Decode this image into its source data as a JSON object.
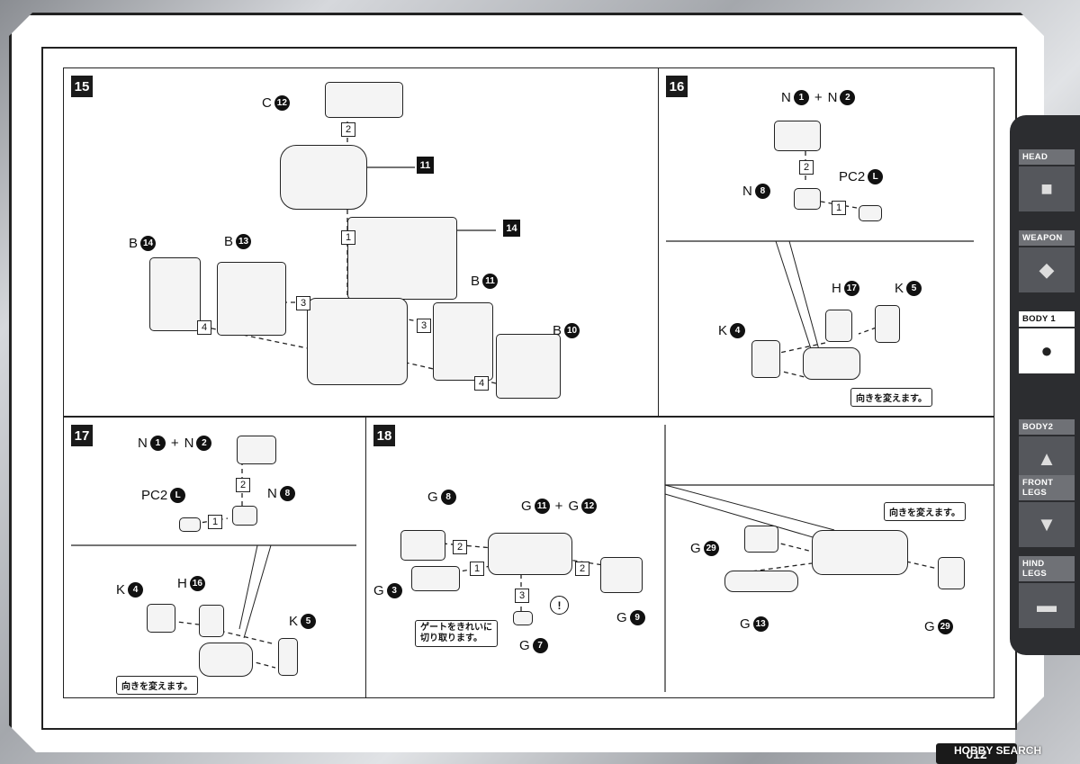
{
  "step15": {
    "num": "15",
    "labels": {
      "c12": "C",
      "b14": "B",
      "b13": "B",
      "b11": "B",
      "b10": "B"
    },
    "circ": {
      "c12": "12",
      "b14": "14",
      "b13": "13",
      "b11": "11",
      "b10": "10"
    },
    "callouts": {
      "p11": "11",
      "p14": "14"
    },
    "order": {
      "s2": "2",
      "s1": "1",
      "s3a": "3",
      "s3b": "3",
      "s4a": "4",
      "s4b": "4"
    }
  },
  "step16": {
    "num": "16",
    "n1": "N",
    "n1c": "1",
    "plus": "+",
    "n2": "N",
    "n2c": "2",
    "n8": "N",
    "n8c": "8",
    "pc2": "PC2",
    "pc2c": "L",
    "h17": "H",
    "h17c": "17",
    "k5": "K",
    "k5c": "5",
    "k4": "K",
    "k4c": "4",
    "s2": "2",
    "s1": "1",
    "note": "向きを変えます。"
  },
  "step17": {
    "num": "17",
    "n1": "N",
    "n1c": "1",
    "plus": "+",
    "n2": "N",
    "n2c": "2",
    "pc2": "PC2",
    "pc2c": "L",
    "n8": "N",
    "n8c": "8",
    "k4": "K",
    "k4c": "4",
    "h16": "H",
    "h16c": "16",
    "k5": "K",
    "k5c": "5",
    "s2": "2",
    "s1": "1",
    "note": "向きを変えます。"
  },
  "step18": {
    "num": "18",
    "g8": "G",
    "g8c": "8",
    "g11": "G",
    "g11c": "11",
    "plus": "+",
    "g12": "G",
    "g12c": "12",
    "g3": "G",
    "g3c": "3",
    "g9": "G",
    "g9c": "9",
    "g7": "G",
    "g7c": "7",
    "g29a": "G",
    "g29ac": "29",
    "g13": "G",
    "g13c": "13",
    "g29b": "G",
    "g29bc": "29",
    "s2a": "2",
    "s1": "1",
    "s2b": "2",
    "s3": "3",
    "warn": "!",
    "gate_note_1": "ゲートをきれいに",
    "gate_note_2": "切り取ります。",
    "note": "向きを変えます。"
  },
  "tabs": [
    {
      "label": "HEAD",
      "icon": "head-icon"
    },
    {
      "label": "WEAPON",
      "icon": "weapon-icon"
    },
    {
      "label": "BODY 1",
      "icon": "body1-icon",
      "active": true
    },
    {
      "label": "BODY2",
      "icon": "body2-icon"
    },
    {
      "label": "FRONT LEGS",
      "icon": "front-legs-icon"
    },
    {
      "label": "HIND LEGS",
      "icon": "hind-legs-icon"
    }
  ],
  "page_number": "012",
  "watermark": "HOBBY SEARCH"
}
